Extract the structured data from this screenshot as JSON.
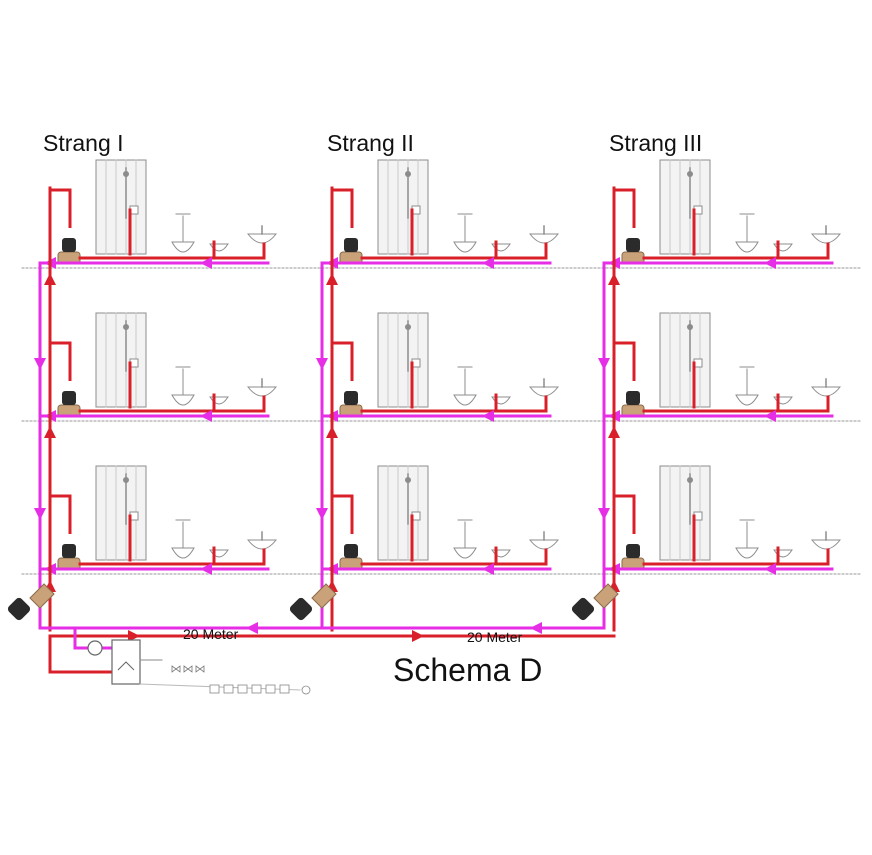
{
  "diagram": {
    "strand_labels": [
      "Strang I",
      "Strang II",
      "Strang III"
    ],
    "distance_labels": [
      "20 Meter",
      "20 Meter"
    ],
    "schema_title": "Schema D",
    "colors": {
      "supply": "#d9202a",
      "circulation": "#e62ee6",
      "floor_line": "#9a9a9a",
      "fixture": "#8c8c8c",
      "valve_body": "#c9a27a",
      "valve_handle": "#2b2b2b"
    },
    "floors_per_strand": 3,
    "icons": [
      "shower-cabin-icon",
      "toilet-icon",
      "washbasin-icon",
      "bidet-icon",
      "thermostatic-valve-icon",
      "circulation-pump-icon",
      "water-heater-icon"
    ]
  }
}
